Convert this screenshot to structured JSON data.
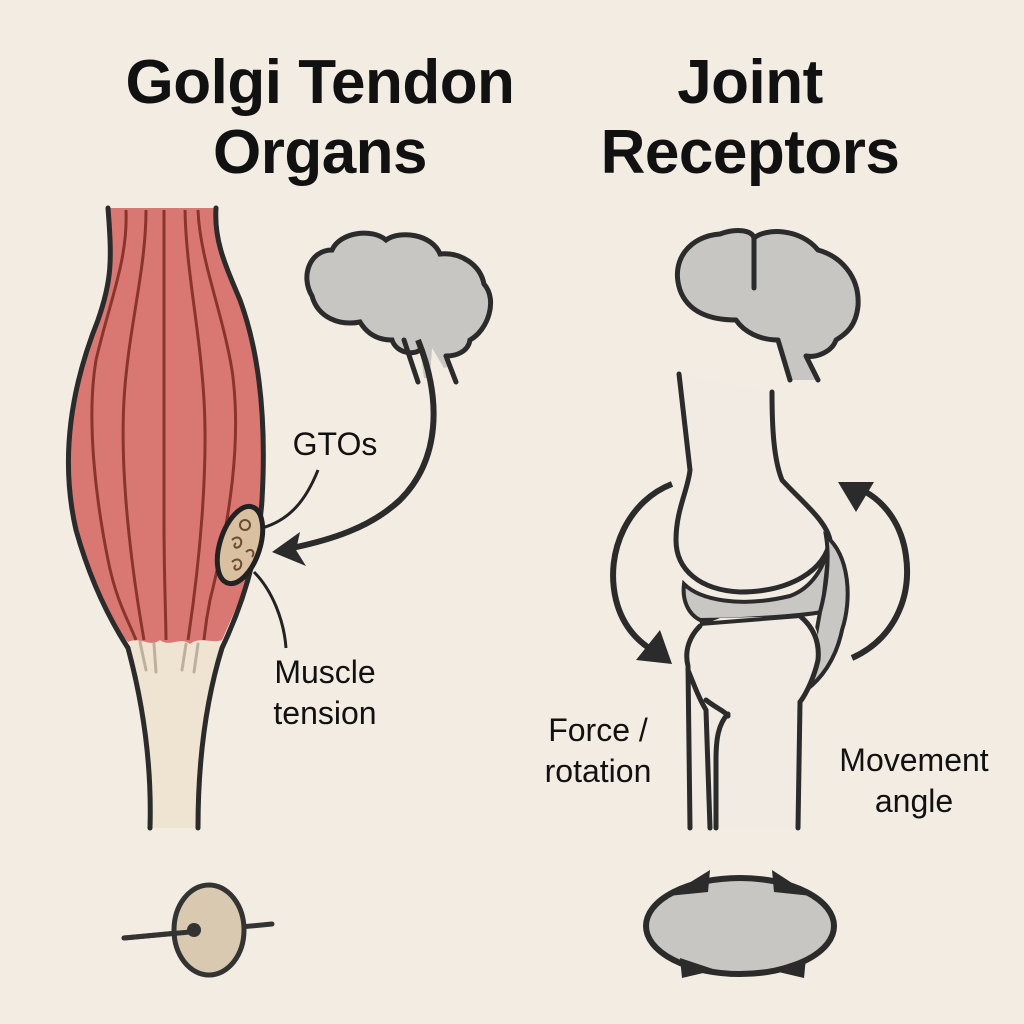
{
  "panels": {
    "left": {
      "title_line1": "Golgi Tendon",
      "title_line2": "Organs",
      "labels": {
        "gtos": "GTOs",
        "muscle_line1": "Muscle",
        "muscle_line2": "tension"
      }
    },
    "right": {
      "title_line1": "Joint",
      "title_line2": "Receptors",
      "labels": {
        "force_line1": "Force /",
        "force_line2": "rotation",
        "movement_line1": "Movement",
        "movement_line2": "angle"
      }
    }
  },
  "icons": {
    "left": [
      "muscle-icon",
      "gto-icon",
      "brain-icon",
      "curved-arrow-icon",
      "tendon-cross-section-icon"
    ],
    "right": [
      "brain-icon",
      "knee-joint-icon",
      "rotation-arrow-icon",
      "disc-compression-icon"
    ]
  },
  "colors": {
    "background": "#f3ece3",
    "muscle": "#d97873",
    "muscle_fiber": "#8a342e",
    "tendon": "#efe4d2",
    "gto_fill": "#d8c0a0",
    "brain": "#c8c6c3",
    "outline": "#2b2b2b",
    "bone": "#f1ebe3",
    "cartilage": "#c9c7c4",
    "disc": "#d9c9b0"
  }
}
